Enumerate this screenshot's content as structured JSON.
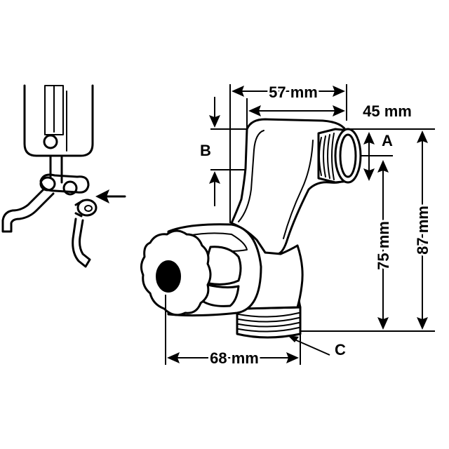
{
  "dimensions": {
    "top_width": "57 mm",
    "outlet_offset": "45 mm",
    "vertical_short": "75 mm",
    "vertical_total": "87 mm",
    "bottom_width": "68 mm"
  },
  "labels": {
    "a": "A",
    "b": "B",
    "c": "C"
  }
}
